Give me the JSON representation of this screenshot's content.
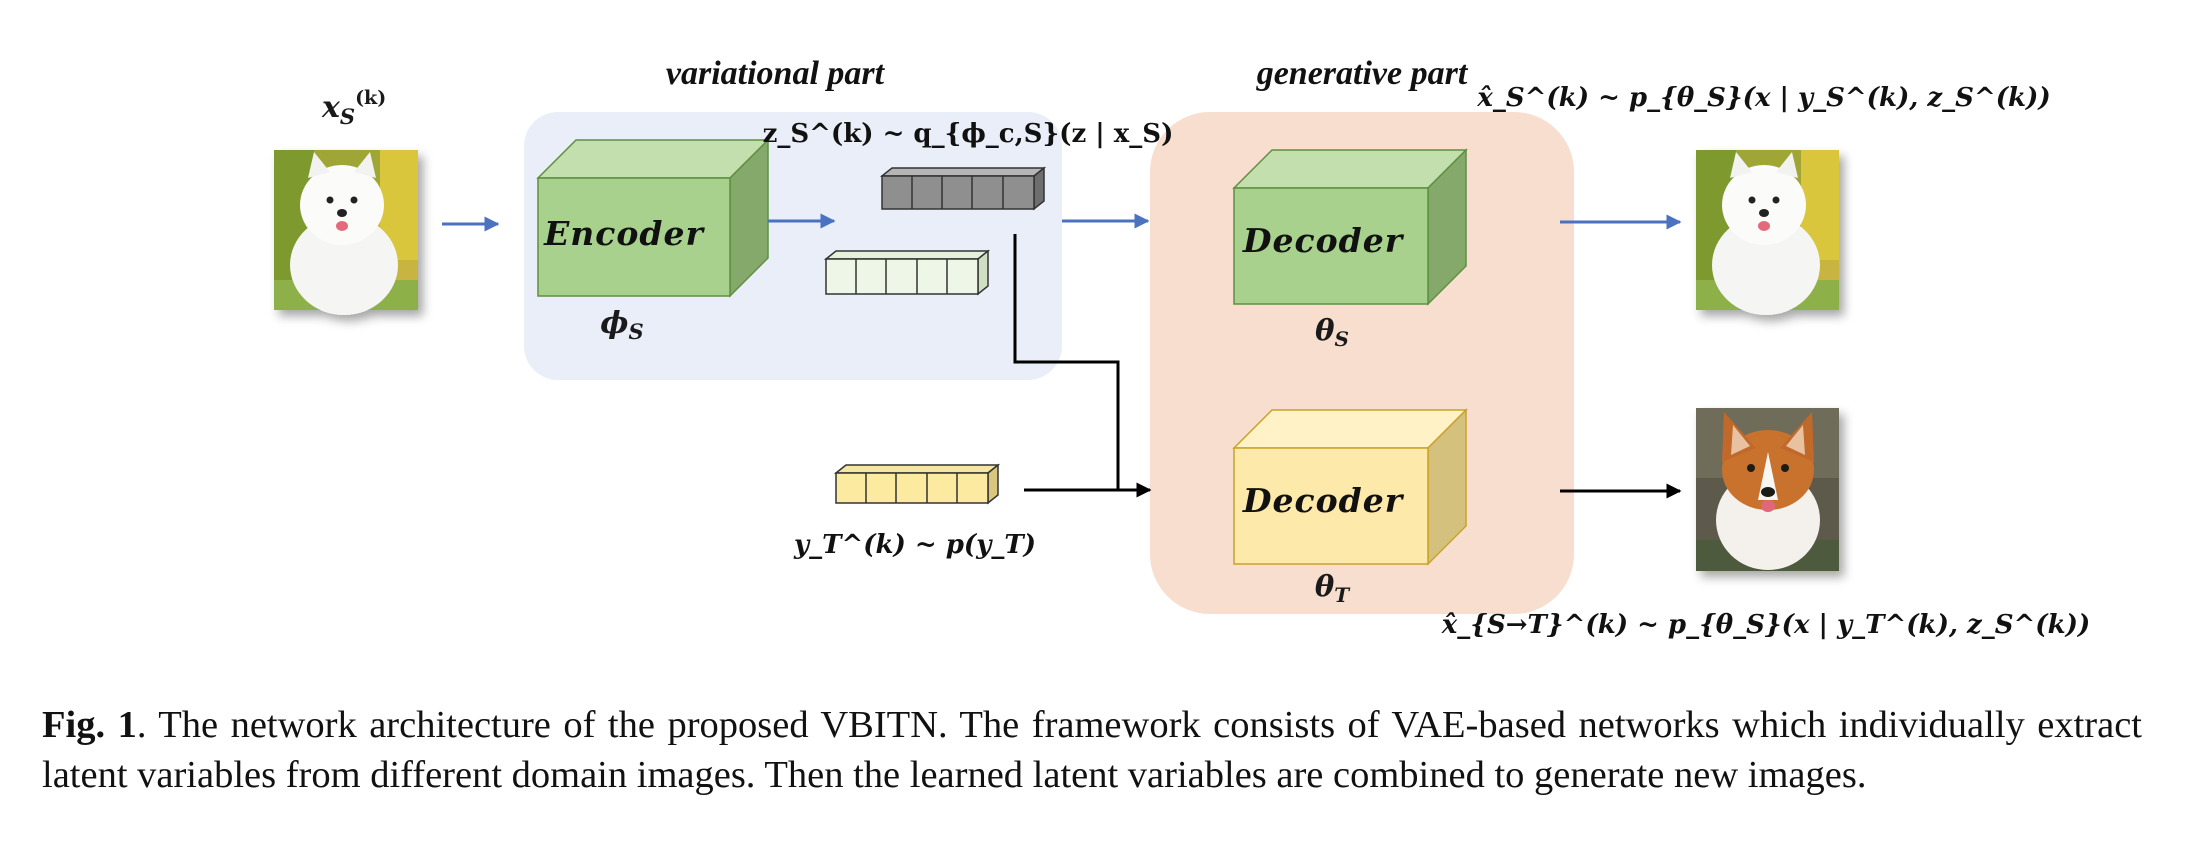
{
  "sections": {
    "variational": "variational part",
    "generative": "generative part"
  },
  "encoder": {
    "label": "Encoder",
    "param": "ϕ",
    "param_sub": "S"
  },
  "decoder_source": {
    "label": "Decoder",
    "param": "θ",
    "param_sub": "S"
  },
  "decoder_target": {
    "label": "Decoder",
    "param": "θ",
    "param_sub": "T"
  },
  "labels": {
    "input": {
      "base": "x",
      "sub": "S",
      "sup": "(k)"
    },
    "latent_z": "z_S^(k) ~ q_{ϕ_c,S}(z | x_S)",
    "latent_y": "y_T^(k) ~ p(y_T)",
    "recon": "x̂_S^(k) ~ p_{θ_S}(x | y_S^(k), z_S^(k))",
    "transfer": "x̂_{S→T}^(k) ~ p_{θ_S}(x | y_T^(k), z_S^(k))"
  },
  "images": {
    "input": "white samoyed dog",
    "recon": "white samoyed dog",
    "transfer": "corgi dog"
  },
  "caption": {
    "fig_label": "Fig. 1",
    "text": ". The network architecture of the proposed VBITN. The framework consists of VAE-based networks which individually extract latent variables from different domain images. Then the learned latent variables are combined to generate new images."
  },
  "colors": {
    "variational_bg": "#e9eef8",
    "generative_bg": "#f7dece",
    "green_front": "#a8d18d",
    "yellow_front": "#fde9a9",
    "blue_arrow": "#4a72c0",
    "black_arrow": "#000000"
  }
}
